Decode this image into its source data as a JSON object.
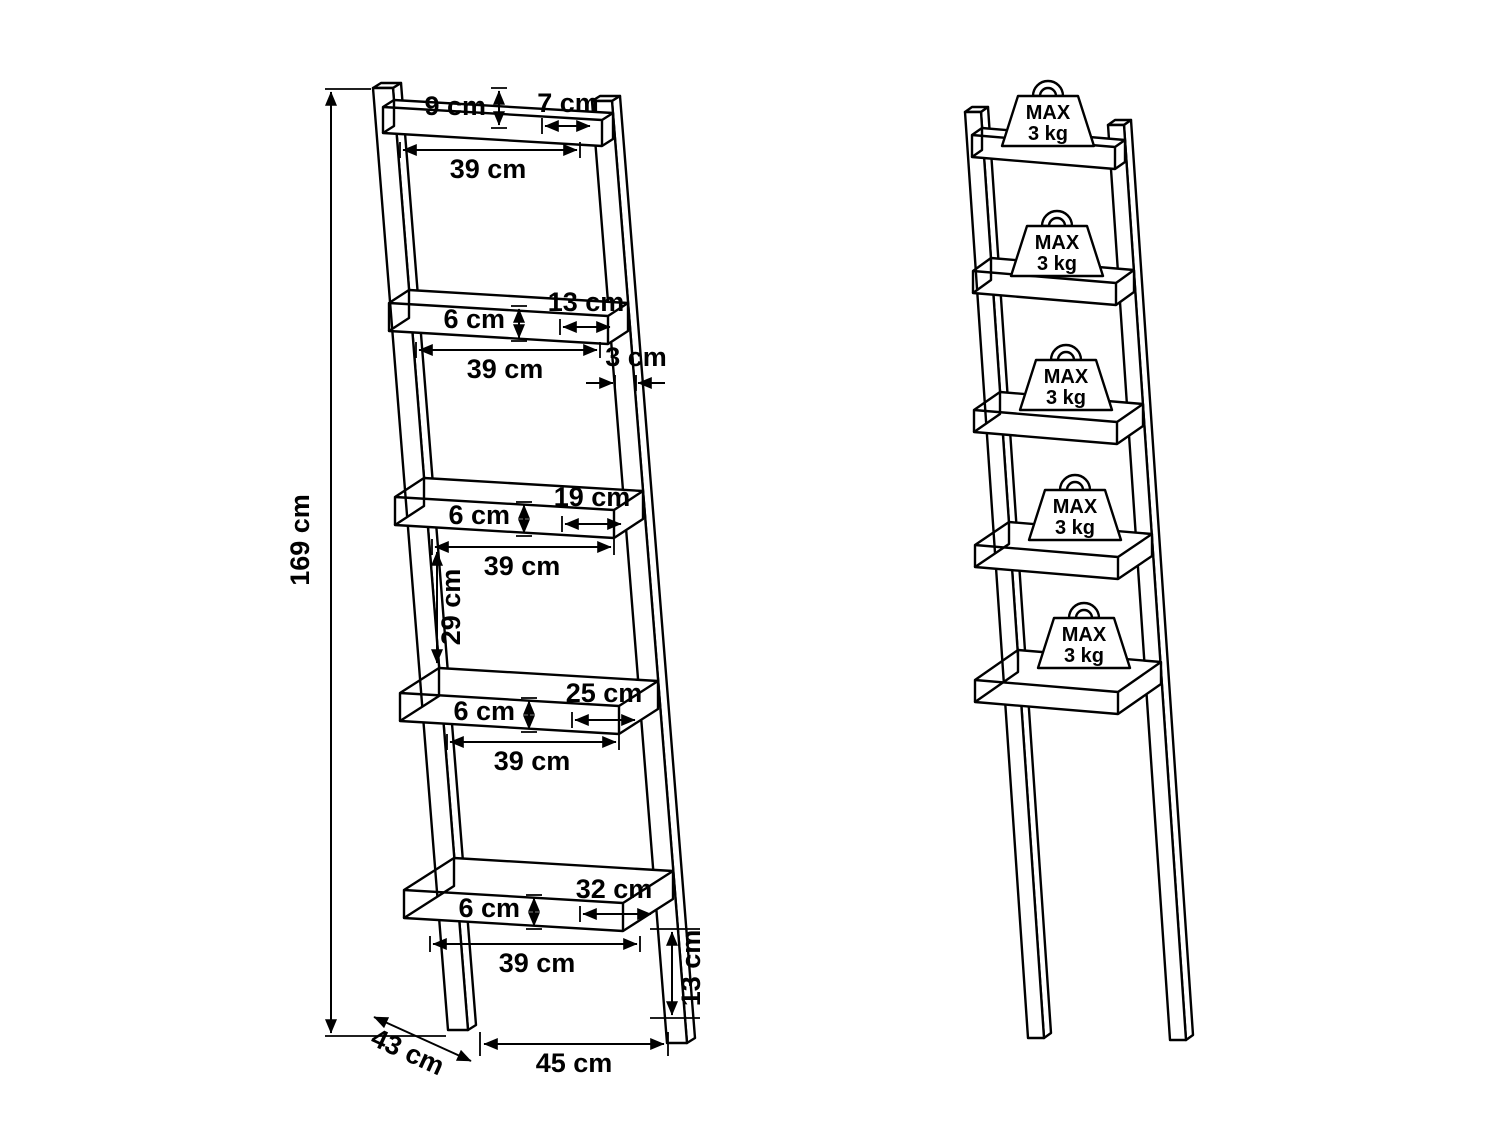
{
  "dimensions": {
    "overall_height": "169 cm",
    "overall_depth": "43 cm",
    "base_width": "45 cm",
    "shelf_width": "39 cm",
    "shelf_lip_height": "6 cm",
    "top_shelf_lip_height": "9 cm",
    "shelf_depth_top": "7 cm",
    "shelf_depth_2": "13 cm",
    "shelf_depth_3": "19 cm",
    "shelf_depth_4": "25 cm",
    "shelf_depth_5": "32 cm",
    "frame_thickness": "3 cm",
    "shelf_spacing": "29 cm",
    "bottom_shelf_floor_height": "13 cm"
  },
  "load_capacity": {
    "max_label": "MAX",
    "weight_label": "3 kg"
  }
}
